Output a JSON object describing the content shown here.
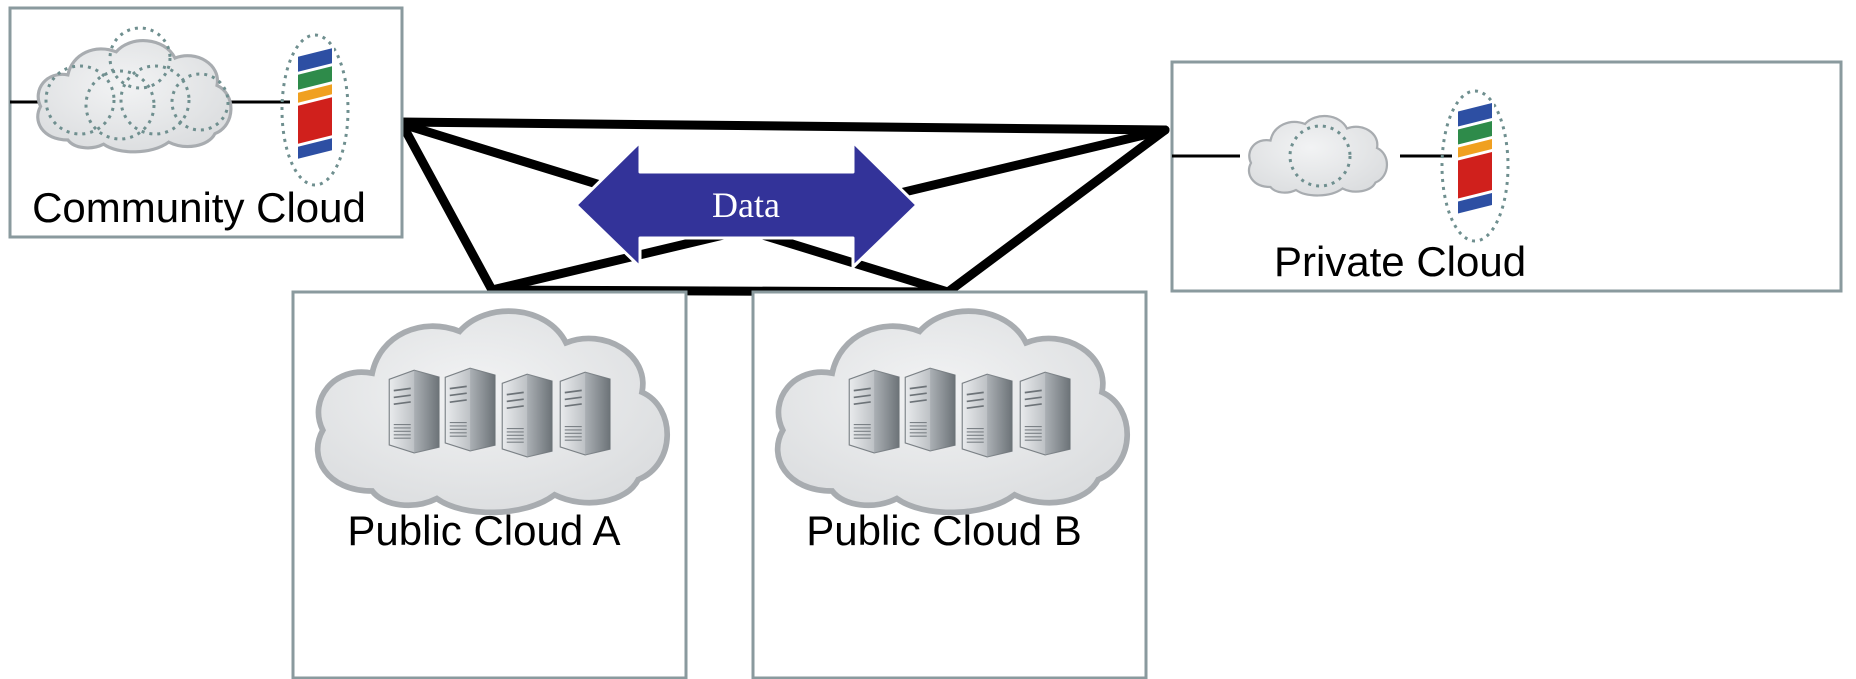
{
  "clouds": {
    "community": {
      "label": "Community Cloud"
    },
    "private": {
      "label": "Private Cloud"
    },
    "public_a": {
      "label": "Public Cloud A"
    },
    "public_b": {
      "label": "Public Cloud B"
    }
  },
  "data_arrow": {
    "label": "Data",
    "color": "#333399"
  },
  "colors": {
    "box_border": "#8a9a9e",
    "cloud_fill": "#e6e7e9",
    "cloud_edge": "#a8acb0",
    "dotted": "#6f8f8f",
    "connector": "#000000",
    "stack": [
      "#2d4fa3",
      "#2e8b4a",
      "#f0a020",
      "#d0201c",
      "#2d4fa3"
    ]
  }
}
